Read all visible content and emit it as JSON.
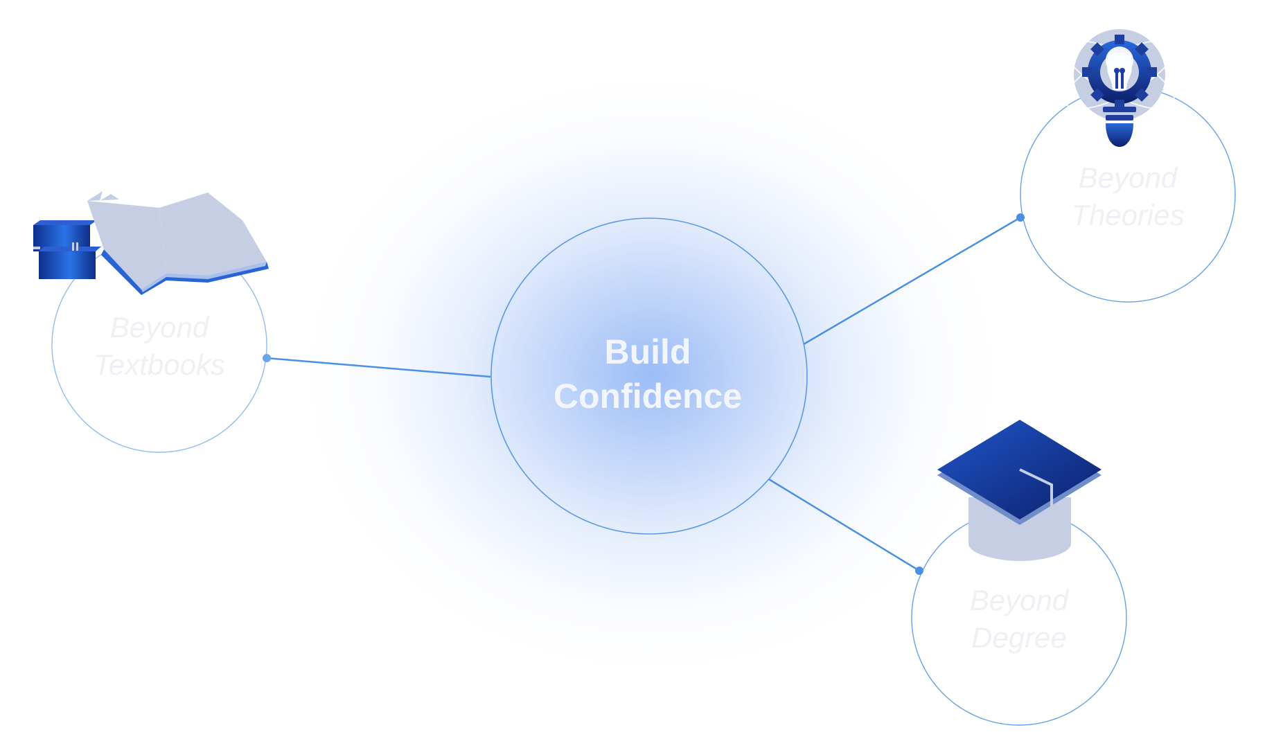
{
  "center": {
    "line1": "Build",
    "line2": "Confidence"
  },
  "nodes": {
    "textbooks": {
      "line1": "Beyond",
      "line2": "Textbooks",
      "icon": "books-icon"
    },
    "theories": {
      "line1": "Beyond",
      "line2": "Theories",
      "icon": "lightbulb-gear-icon"
    },
    "degree": {
      "line1": "Beyond",
      "line2": "Degree",
      "icon": "graduation-cap-icon"
    }
  },
  "colors": {
    "connector": "#4a90e2",
    "glow": "#9cbcf6",
    "icon_dark": "#1e3fa0",
    "icon_light": "#c5cee3",
    "label": "#eef0f4"
  }
}
